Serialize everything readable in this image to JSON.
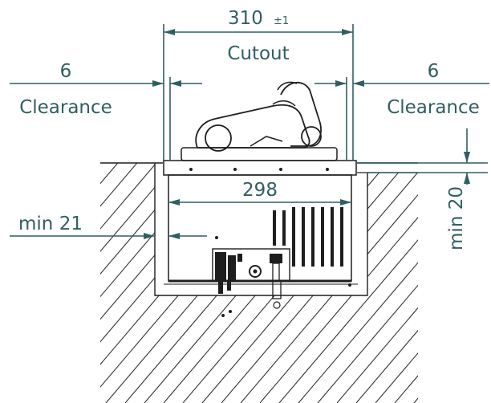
{
  "labels": {
    "cutout_value": "310",
    "cutout_tolerance": "±1",
    "cutout_label": "Cutout",
    "left_clearance_value": "6",
    "left_clearance_label": "Clearance",
    "right_clearance_value": "6",
    "right_clearance_label": "Clearance",
    "inner_width": "298",
    "side_min": "min 21",
    "vertical_min": "min 20"
  },
  "colors": {
    "dimension": "#2f5f63",
    "drawing": "#1e1e1e",
    "hatch": "#333333",
    "background": "#ffffff"
  }
}
